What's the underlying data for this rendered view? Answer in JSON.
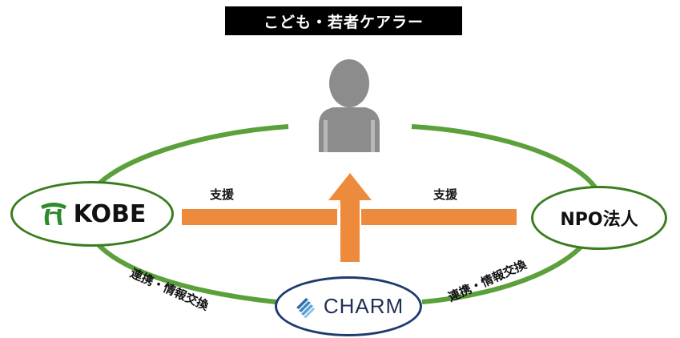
{
  "title": "こども・若者ケアラー",
  "nodes": {
    "kobe": "KOBE",
    "npo": "NPO法人",
    "charm": "CHARM"
  },
  "arrows": {
    "support_left": "支援",
    "support_right": "支援"
  },
  "links": {
    "left": "連携・情報交換",
    "right": "連携・情報交換"
  },
  "colors": {
    "ring": "#5ba03a",
    "arrow": "#ee8a3c",
    "person": "#8c8c8c",
    "kobe_logo": "#2f8a2a",
    "charm_logo": "#2f6fa8"
  },
  "icons": {
    "person": "person-icon",
    "kobe_logo": "kobe-logo-icon",
    "charm_logo": "charm-logo-icon"
  }
}
